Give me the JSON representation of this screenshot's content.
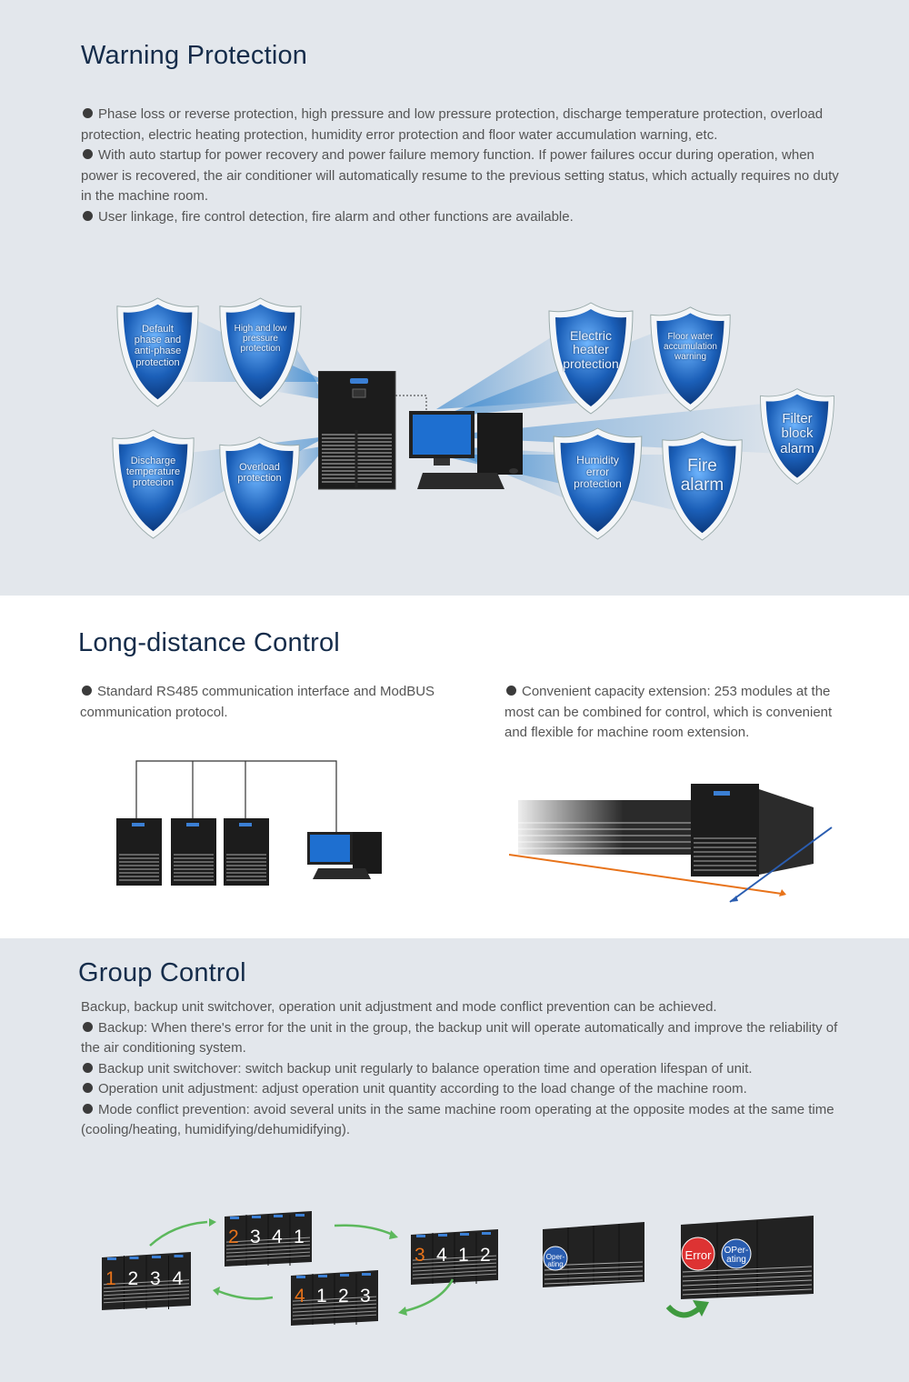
{
  "warning": {
    "title": "Warning Protection",
    "bullets": [
      "Phase loss or reverse protection, high pressure and low pressure protection, discharge temperature protection, overload protection, electric heating protection, humidity error protection and floor water accumulation warning, etc.",
      "With auto startup for power recovery and power failure memory function. If power failures occur during operation, when power is recovered, the air conditioner will automatically resume to the previous setting status, which actually requires no duty in the machine room.",
      "User linkage, fire control detection, fire alarm and other functions are available."
    ],
    "shields": [
      {
        "l1": "Default",
        "l2": "phase and",
        "l3": "anti-phase",
        "l4": "protection"
      },
      {
        "l1": "High and low",
        "l2": "pressure",
        "l3": "protection"
      },
      {
        "l1": "Discharge",
        "l2": "temperature",
        "l3": "protecion"
      },
      {
        "l1": "Overload",
        "l2": "protection"
      },
      {
        "l1": "Electric",
        "l2": "heater",
        "l3": "protection"
      },
      {
        "l1": "Floor water",
        "l2": "accumulation",
        "l3": "warning"
      },
      {
        "l1": "Filter",
        "l2": "block",
        "l3": "alarm"
      },
      {
        "l1": "Humidity",
        "l2": "error",
        "l3": "protection"
      },
      {
        "l1": "Fire",
        "l2": "alarm"
      }
    ]
  },
  "longdistance": {
    "title": "Long-distance Control",
    "left_text": "Standard RS485 communication interface and ModBUS communication protocol.",
    "right_text": "Convenient capacity extension: 253 modules at the most can be combined for control, which is convenient and flexible for machine room extension."
  },
  "group": {
    "title": "Group Control",
    "intro": "Backup, backup unit switchover, operation unit adjustment and mode conflict prevention can be achieved.",
    "bullets": [
      "Backup: When there's error for the unit in the group, the backup unit will operate automatically and improve the reliability of the air conditioning system.",
      "Backup unit switchover: switch backup unit regularly to balance operation time and operation lifespan of unit.",
      "Operation unit adjustment: adjust operation unit quantity according to the load change of the machine room.",
      "Mode conflict prevention: avoid several units in the same machine room operating at the opposite modes at the same time (cooling/heating, humidifying/dehumidifying)."
    ],
    "rotation": [
      [
        "1",
        "2",
        "3",
        "4"
      ],
      [
        "2",
        "3",
        "4",
        "1"
      ],
      [
        "3",
        "4",
        "1",
        "2"
      ],
      [
        "4",
        "1",
        "2",
        "3"
      ]
    ],
    "badge_operating_1": "Oper-",
    "badge_operating_2": "ating",
    "badge_operating2_1": "OPer-",
    "badge_operating2_2": "ating",
    "badge_error": "Error"
  },
  "colors": {
    "heading": "#152c4a",
    "highlight_number": "#e8731a",
    "arrow_green": "#5cb85c",
    "arrow_orange": "#e8731a",
    "arrow_blue": "#2a5db0"
  }
}
